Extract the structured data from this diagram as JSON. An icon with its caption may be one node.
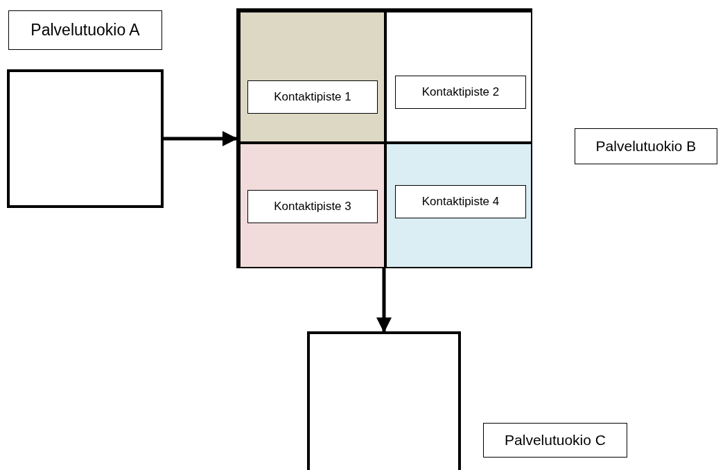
{
  "diagram": {
    "nodes": [
      {
        "text": [
          "Palvelutuokio A"
        ]
      },
      {
        "text": [],
        "shape": "box"
      },
      {
        "text": [],
        "shape": "box"
      },
      {
        "text": [],
        "shape": "box",
        "in": 2
      },
      {
        "text": [
          "Kontaktipiste 1"
        ],
        "in": 3
      },
      {
        "text": [],
        "shape": "box",
        "in": 2
      },
      {
        "text": [
          "Kontaktipiste 2"
        ],
        "in": 5
      },
      {
        "text": [],
        "shape": "box",
        "in": 2
      },
      {
        "text": [
          "Kontaktipiste 3"
        ],
        "in": 7
      },
      {
        "text": [],
        "shape": "box",
        "in": 2
      },
      {
        "text": [
          "Kontaktipiste 4"
        ],
        "in": 9
      },
      {
        "text": [
          "Palvelutuokio B"
        ]
      },
      {
        "text": [],
        "shape": "box"
      },
      {
        "text": [
          "Palvelutuokio C"
        ]
      }
    ],
    "edges": [
      {
        "from": 1,
        "to": 2,
        "arrow": "to"
      },
      {
        "from": 2,
        "to": 12,
        "arrow": "to"
      }
    ]
  }
}
